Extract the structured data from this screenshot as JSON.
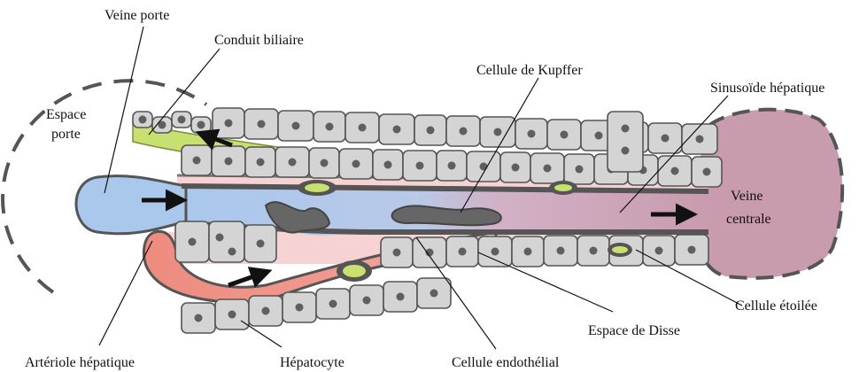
{
  "labels": {
    "veine_porte": "Veine porte",
    "conduit_biliaire": "Conduit biliaire",
    "espace_porte_1": "Espace",
    "espace_porte_2": "porte",
    "cellule_kupffer": "Cellule de Kupffer",
    "sinusoide": "Sinusoïde hépatique",
    "veine_centrale_1": "Veine",
    "veine_centrale_2": "centrale",
    "cellule_etoilee": "Cellule étoilée",
    "espace_disse": "Espace de Disse",
    "arteriole": "Artériole hépatique",
    "hepatocyte": "Hépatocyte",
    "cellule_endothelial": "Cellule endothélial"
  },
  "colors": {
    "portal_vein": "#a9c8ec",
    "arteriole": "#ef8d83",
    "central_vein": "#c99bae",
    "bile_duct": "#c8e06f",
    "hepatocyte": "#d4d4d4",
    "nucleus": "#5f5f5f",
    "outline": "#555555",
    "disse_pink": "#f6d2d2"
  }
}
